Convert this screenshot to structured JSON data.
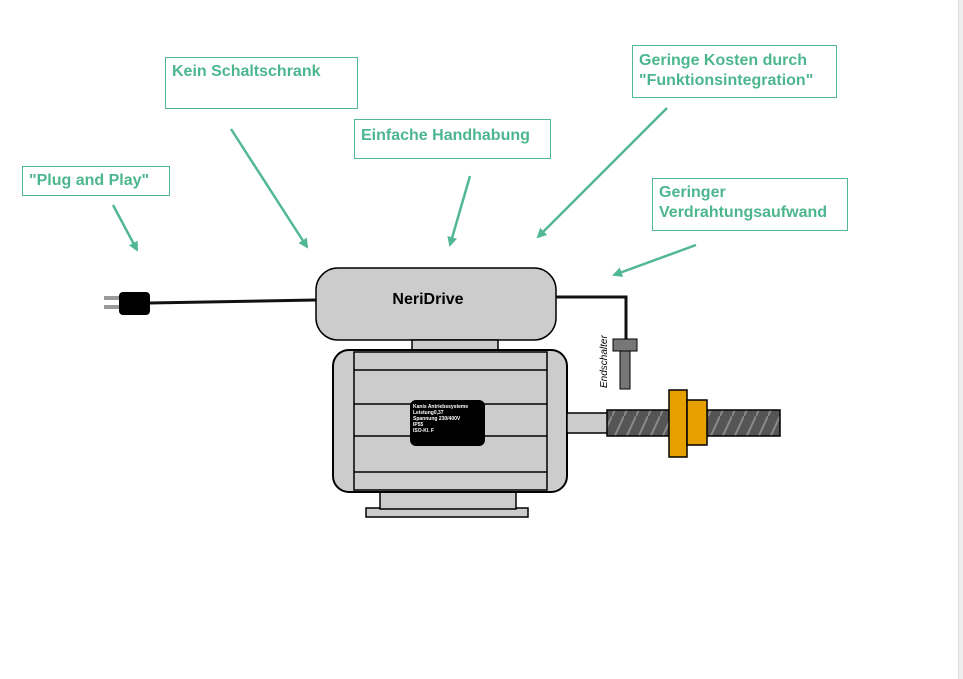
{
  "callouts": {
    "kein_schaltschrank": "Kein Schaltschrank",
    "plug_and_play": "\"Plug and Play\"",
    "einfache_handhabung": "Einfache Handhabung",
    "geringe_kosten_line1": "Geringe Kosten durch",
    "geringe_kosten_line2": "\"Funktionsintegration\"",
    "verdrahtung_line1": "Geringer",
    "verdrahtung_line2": "Verdrahtungsaufwand"
  },
  "drive": {
    "label": "NeriDrive"
  },
  "nameplate": {
    "line1": "Kanis Antriebssysteme",
    "line2": "Leistung0,37",
    "line3": "Spannung 230/400V",
    "line4": "IP55",
    "line5": "ISO-Kl. F"
  },
  "limit_switch": {
    "label": "Endschalter"
  },
  "colors": {
    "accent": "#52b894",
    "housing": "#cccccc",
    "nut": "#e6a100",
    "nameplate": "#000000"
  }
}
